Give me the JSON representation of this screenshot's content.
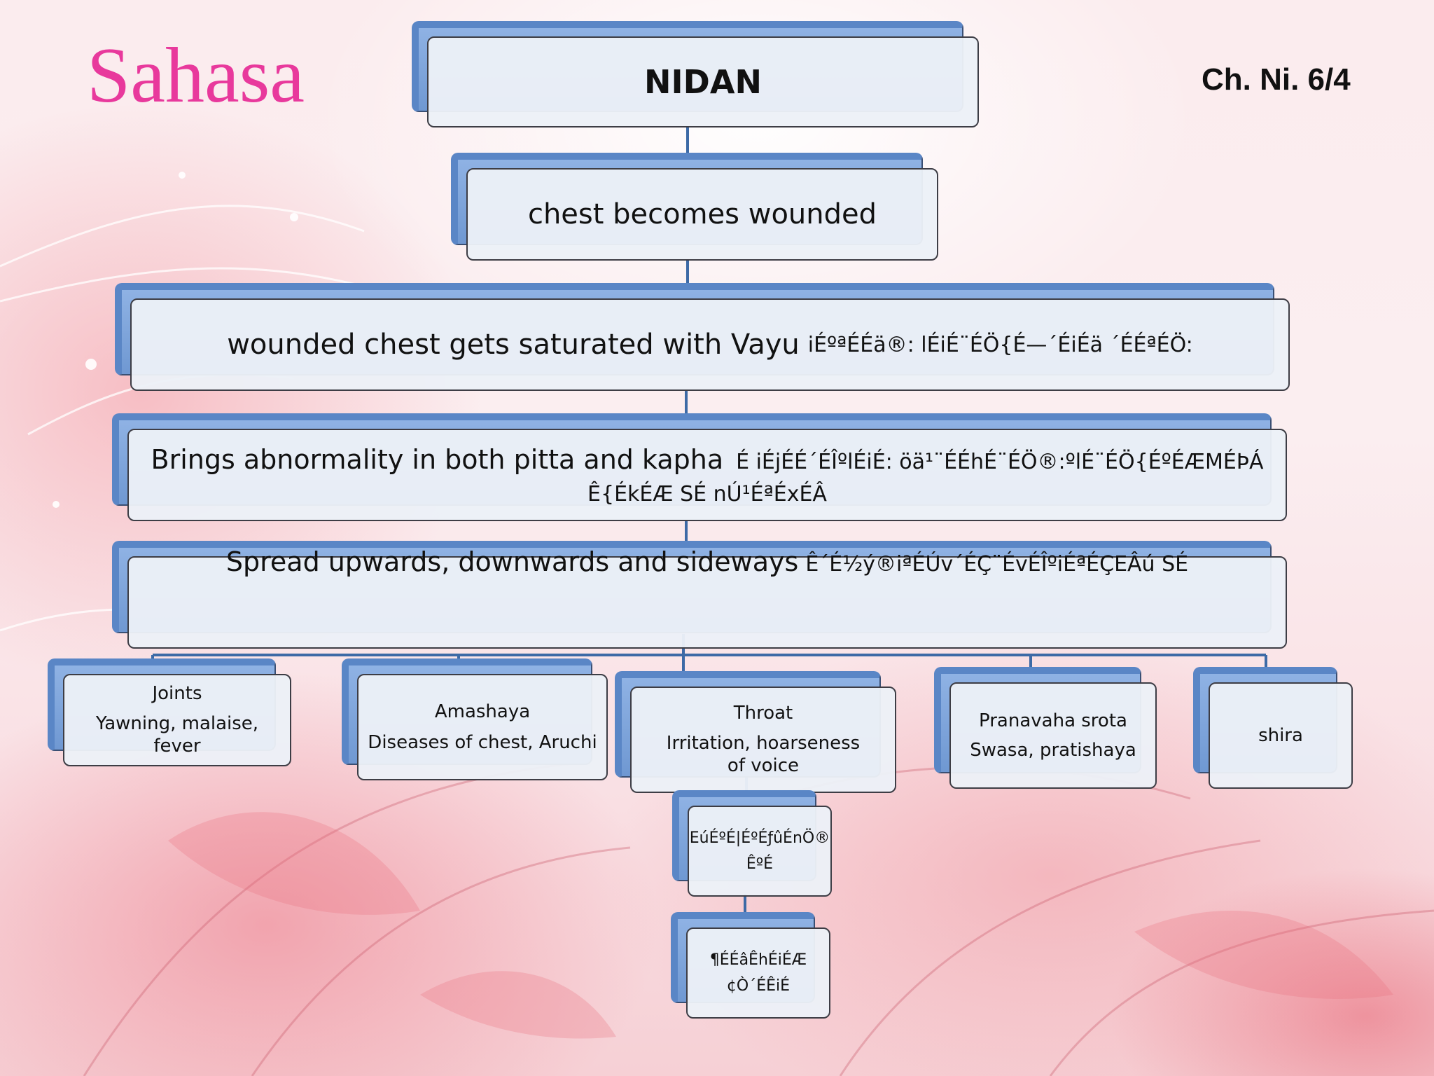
{
  "slide": {
    "title": "Sahasa",
    "reference": "Ch. Ni. 6/4"
  },
  "nodes": {
    "nidan": {
      "text": "NIDAN"
    },
    "chest": {
      "text": "chest becomes wounded"
    },
    "vayu": {
      "text": "wounded chest gets saturated with Vayu",
      "sanskrit": "iÉºªÉÉä®: lÉiÉ¨ÉÖ{É—´ÉiÉä ´ÉÉªÉÖ:"
    },
    "pitta": {
      "text": "Brings abnormality in both pitta and kapha",
      "sanskrit1": "É iÉjÉÉ´ÉÎºlÉiÉ: öä¹¨ÉÉhÉ¨ÉÖ®:ºlÉ¨ÉÖ{ÉºÉÆMÉÞÁ",
      "sanskrit2": "Ê{ÉkÉÆ SÉ nÚ¹ÉªÉxÉÂ"
    },
    "spread": {
      "text": "Spread upwards, downwards and sideways",
      "sanskrit": "Ê´É½ý®iªÉÚv´ÉÇ¨ÉvÉÎºiÉªÉÇEÂú SÉ"
    },
    "joints": {
      "title": "Joints",
      "desc": "Yawning, malaise, fever"
    },
    "amashaya": {
      "title": "Amashaya",
      "desc": "Diseases of chest, Aruchi"
    },
    "throat": {
      "title": "Throat",
      "desc": "Irritation, hoarseness of voice"
    },
    "pranavaha": {
      "title": "Pranavaha srota",
      "desc": "Swasa, pratishaya"
    },
    "shira": {
      "title": "shira"
    },
    "sub1": {
      "line1": "EúÉºÉ|ÉºÉƒûÉnÖ®",
      "line2": "ÊºÉ"
    },
    "sub2": {
      "line1": "¶ÉÉâÊhÉiÉÆ",
      "line2": "¢Ò´ÉÊiÉ"
    }
  },
  "colors": {
    "title": "#e8399c",
    "box_back": "#6f98d2",
    "connector": "#3d6aa6"
  }
}
